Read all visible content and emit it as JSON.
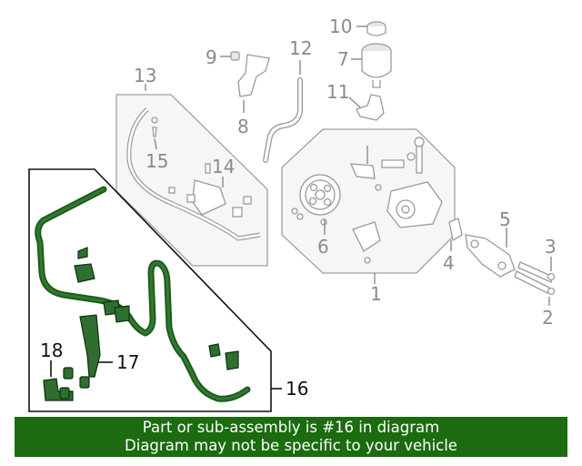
{
  "callouts": {
    "c1": "1",
    "c2": "2",
    "c3": "3",
    "c4": "4",
    "c5": "5",
    "c6": "6",
    "c7": "7",
    "c8": "8",
    "c9": "9",
    "c10": "10",
    "c11": "11",
    "c12": "12",
    "c13": "13",
    "c14": "14",
    "c15": "15",
    "c16": "16",
    "c17": "17",
    "c18": "18"
  },
  "highlight_color": "#1b6b0f",
  "notice": {
    "line1": "Part or sub-assembly is #16 in diagram",
    "line2": "Diagram may not be specific to your vehicle"
  }
}
